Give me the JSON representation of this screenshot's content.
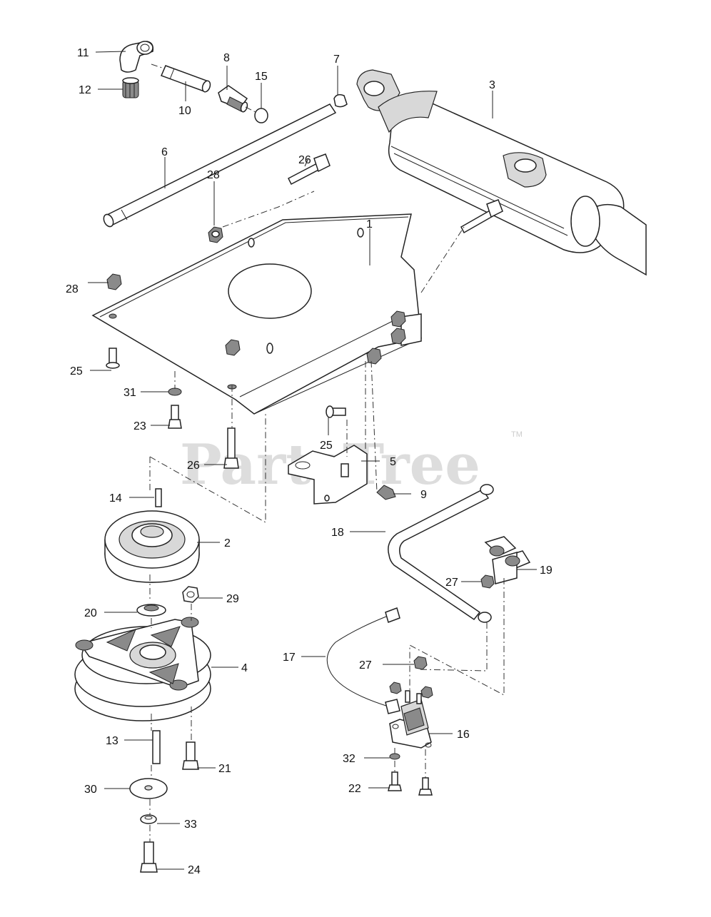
{
  "watermark": {
    "brand": "PartsTree",
    "trademark": "TM"
  },
  "callouts": [
    {
      "id": "callout-11",
      "text": "11"
    },
    {
      "id": "callout-12",
      "text": "12"
    },
    {
      "id": "callout-10",
      "text": "10"
    },
    {
      "id": "callout-8",
      "text": "8"
    },
    {
      "id": "callout-15",
      "text": "15"
    },
    {
      "id": "callout-7",
      "text": "7"
    },
    {
      "id": "callout-3",
      "text": "3"
    },
    {
      "id": "callout-6",
      "text": "6"
    },
    {
      "id": "callout-26a",
      "text": "26"
    },
    {
      "id": "callout-28a",
      "text": "28"
    },
    {
      "id": "callout-1",
      "text": "1"
    },
    {
      "id": "callout-28b",
      "text": "28"
    },
    {
      "id": "callout-25a",
      "text": "25"
    },
    {
      "id": "callout-31",
      "text": "31"
    },
    {
      "id": "callout-23",
      "text": "23"
    },
    {
      "id": "callout-25b",
      "text": "25"
    },
    {
      "id": "callout-5",
      "text": "5"
    },
    {
      "id": "callout-26b",
      "text": "26"
    },
    {
      "id": "callout-9",
      "text": "9"
    },
    {
      "id": "callout-14",
      "text": "14"
    },
    {
      "id": "callout-2",
      "text": "2"
    },
    {
      "id": "callout-18",
      "text": "18"
    },
    {
      "id": "callout-19",
      "text": "19"
    },
    {
      "id": "callout-27a",
      "text": "27"
    },
    {
      "id": "callout-29",
      "text": "29"
    },
    {
      "id": "callout-20",
      "text": "20"
    },
    {
      "id": "callout-4",
      "text": "4"
    },
    {
      "id": "callout-17",
      "text": "17"
    },
    {
      "id": "callout-27b",
      "text": "27"
    },
    {
      "id": "callout-16",
      "text": "16"
    },
    {
      "id": "callout-13",
      "text": "13"
    },
    {
      "id": "callout-21",
      "text": "21"
    },
    {
      "id": "callout-32",
      "text": "32"
    },
    {
      "id": "callout-30",
      "text": "30"
    },
    {
      "id": "callout-22",
      "text": "22"
    },
    {
      "id": "callout-33",
      "text": "33"
    },
    {
      "id": "callout-24",
      "text": "24"
    }
  ]
}
